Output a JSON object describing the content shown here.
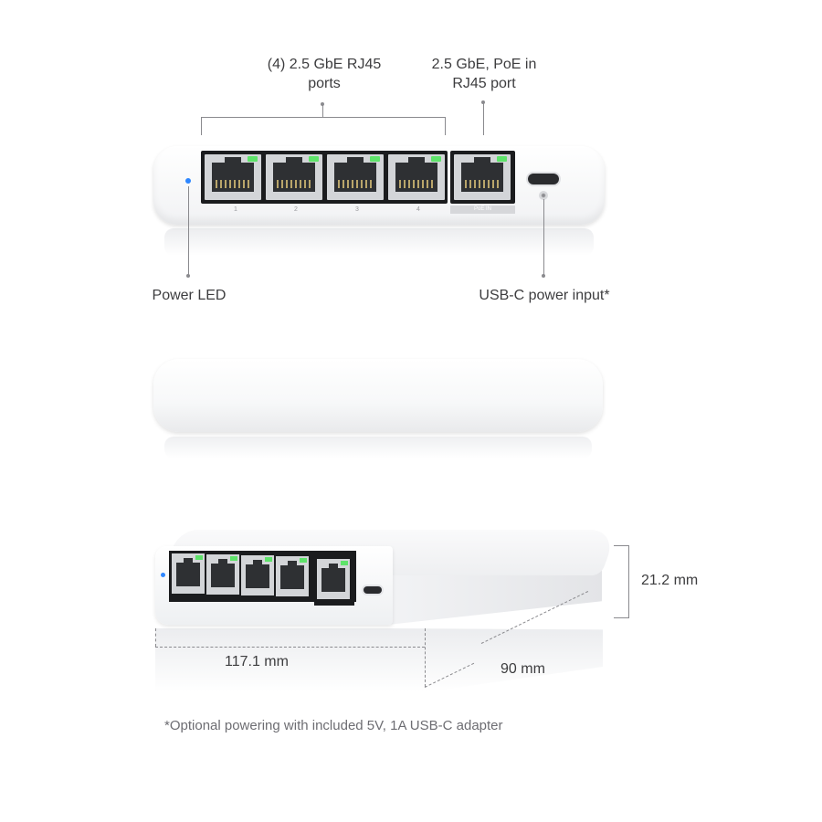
{
  "callouts": {
    "ports_label": "(4) 2.5 GbE RJ45\nports",
    "poe_label": "2.5 GbE, PoE in\nRJ45 port",
    "power_led_label": "Power LED",
    "usbc_label": "USB-C power input*"
  },
  "front_view": {
    "port_numbers": [
      "1",
      "2",
      "3",
      "4"
    ],
    "poe_tag": "PoE IN"
  },
  "dimensions": {
    "height": "21.2 mm",
    "width": "117.1 mm",
    "depth": "90 mm"
  },
  "footnote": "*Optional powering with included 5V, 1A USB-C adapter",
  "colors": {
    "led_power": "#2d86ff",
    "port_link_led": "#5ee36a",
    "device_body": "#ffffff"
  }
}
